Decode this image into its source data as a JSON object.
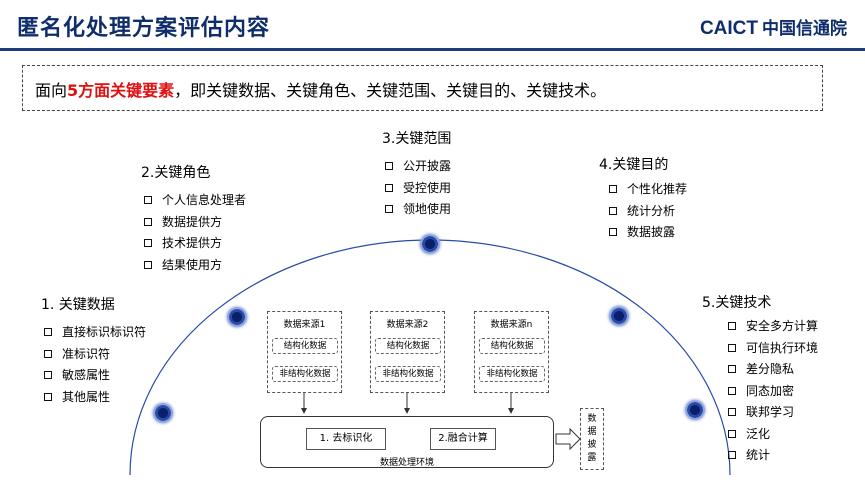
{
  "header": {
    "title": "匿名化处理方案评估内容",
    "logo_latin": "CAICT",
    "logo_cn": "中国信通院"
  },
  "intro": {
    "prefix": "面向",
    "highlight": "5方面关键要素",
    "suffix": "，即关键数据、关键角色、关键范围、关键目的、关键技术。"
  },
  "categories": {
    "data": {
      "title": "1. 关键数据",
      "items": [
        "直接标识标识符",
        "准标识符",
        "敏感属性",
        "其他属性"
      ]
    },
    "roles": {
      "title": "2.关键角色",
      "items": [
        "个人信息处理者",
        "数据提供方",
        "技术提供方",
        "结果使用方"
      ]
    },
    "scope": {
      "title": "3.关键范围",
      "items": [
        "公开披露",
        "受控使用",
        "领地使用"
      ]
    },
    "purpose": {
      "title": "4.关键目的",
      "items": [
        "个性化推荐",
        "统计分析",
        "数据披露"
      ]
    },
    "tech": {
      "title": "5.关键技术",
      "items": [
        "安全多方计算",
        "可信执行环境",
        "差分隐私",
        "同态加密",
        "联邦学习",
        "泛化",
        "统计"
      ]
    }
  },
  "diagram": {
    "sources": [
      {
        "title": "数据来源1",
        "structured": "结构化数据",
        "unstructured": "非结构化数据"
      },
      {
        "title": "数据来源2",
        "structured": "结构化数据",
        "unstructured": "非结构化数据"
      },
      {
        "title": "数据来源n",
        "structured": "结构化数据",
        "unstructured": "非结构化数据"
      }
    ],
    "step1": "1. 去标识化",
    "step2": "2.融合计算",
    "env_label": "数据处理环境",
    "disclosure_lines": [
      "数",
      "据",
      "披",
      "露"
    ]
  },
  "colors": {
    "title": "#0f2d6b",
    "highlight": "#e01010",
    "arc": "#2a4aa8",
    "node": "#0a1f6a"
  }
}
